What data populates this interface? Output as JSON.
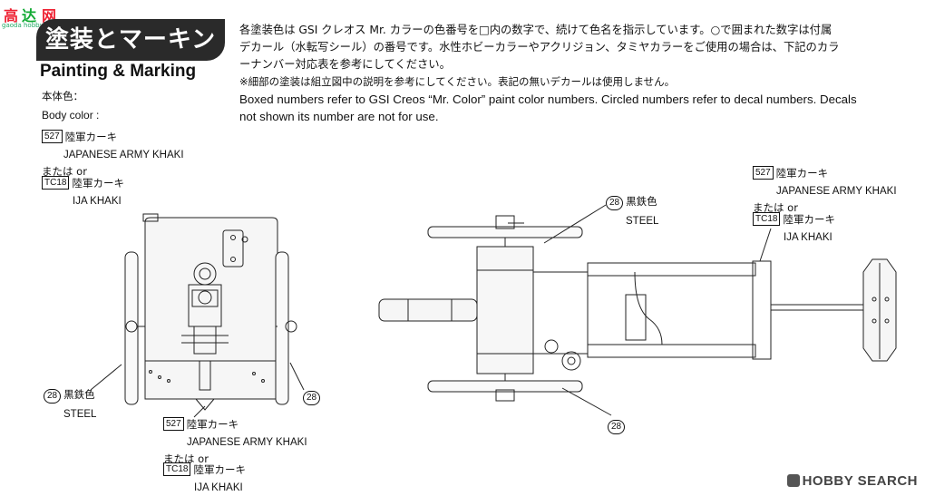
{
  "watermark": {
    "chars": [
      "高",
      "达",
      "网"
    ],
    "sub": "gaoda hobby.com"
  },
  "title": {
    "jp": "塗装とマーキング",
    "en": "Painting & Marking"
  },
  "intro": {
    "jp_line1": "各塗装色は GSI クレオス Mr. カラーの色番号を□内の数字で、続けて色名を指示しています。○で囲まれた数字は付属",
    "jp_line2": "デカール（水転写シール）の番号です。水性ホビーカラーやアクリジョン、タミヤカラーをご使用の場合は、下記のカラ",
    "jp_line3": "ーナンバー対応表を参考にしてください。",
    "jp_note": "※細部の塗装は組立図中の説明を参考にしてください。表記の無いデカールは使用しません。",
    "en_line1": "Boxed numbers refer to GSI Creos “Mr. Color” paint color numbers. Circled numbers refer to decal numbers. Decals",
    "en_line2": "not shown its number are not for use."
  },
  "body_color": {
    "label_jp": "本体色：",
    "label_en": "Body color :"
  },
  "paints": {
    "c527": {
      "code": "527",
      "name_jp": "陸軍カーキ",
      "name_en": "JAPANESE ARMY KHAKI"
    },
    "tc18": {
      "code": "TC18",
      "name_jp": "陸軍カーキ",
      "name_en": "IJA KHAKI"
    },
    "or_text": "または  or"
  },
  "decal": {
    "code": "28",
    "name_jp": "黒鉄色",
    "name_en": "STEEL"
  },
  "hobby_search": "HOBBY SEARCH"
}
